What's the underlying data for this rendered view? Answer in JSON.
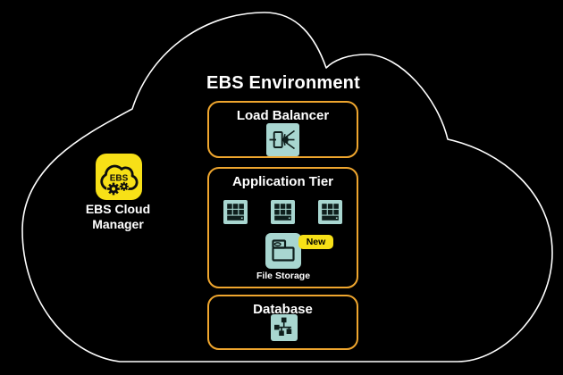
{
  "diagram": {
    "title": "EBS Environment",
    "cloud_manager": {
      "icon_text": "EBS",
      "label_line1": "EBS Cloud",
      "label_line2": "Manager"
    },
    "load_balancer": {
      "label": "Load Balancer"
    },
    "application_tier": {
      "label": "Application Tier",
      "server_count": 3,
      "file_storage": {
        "label": "File Storage",
        "badge": "New"
      }
    },
    "database": {
      "label": "Database"
    }
  },
  "icons": {
    "cloud_manager": "ebs-cloud-manager-icon",
    "gear": "gear-icon",
    "load_balancer": "load-balancer-icon",
    "app_server": "app-server-icon",
    "file_storage": "file-storage-icon",
    "database": "database-cluster-icon"
  },
  "colors": {
    "background": "#000000",
    "outline": "#FFFFFF",
    "gold": "#EFA62E",
    "teal": "#A8D6D0",
    "yellow": "#F7E017",
    "glyph": "#0E1E1C",
    "text": "#FFFFFF"
  }
}
